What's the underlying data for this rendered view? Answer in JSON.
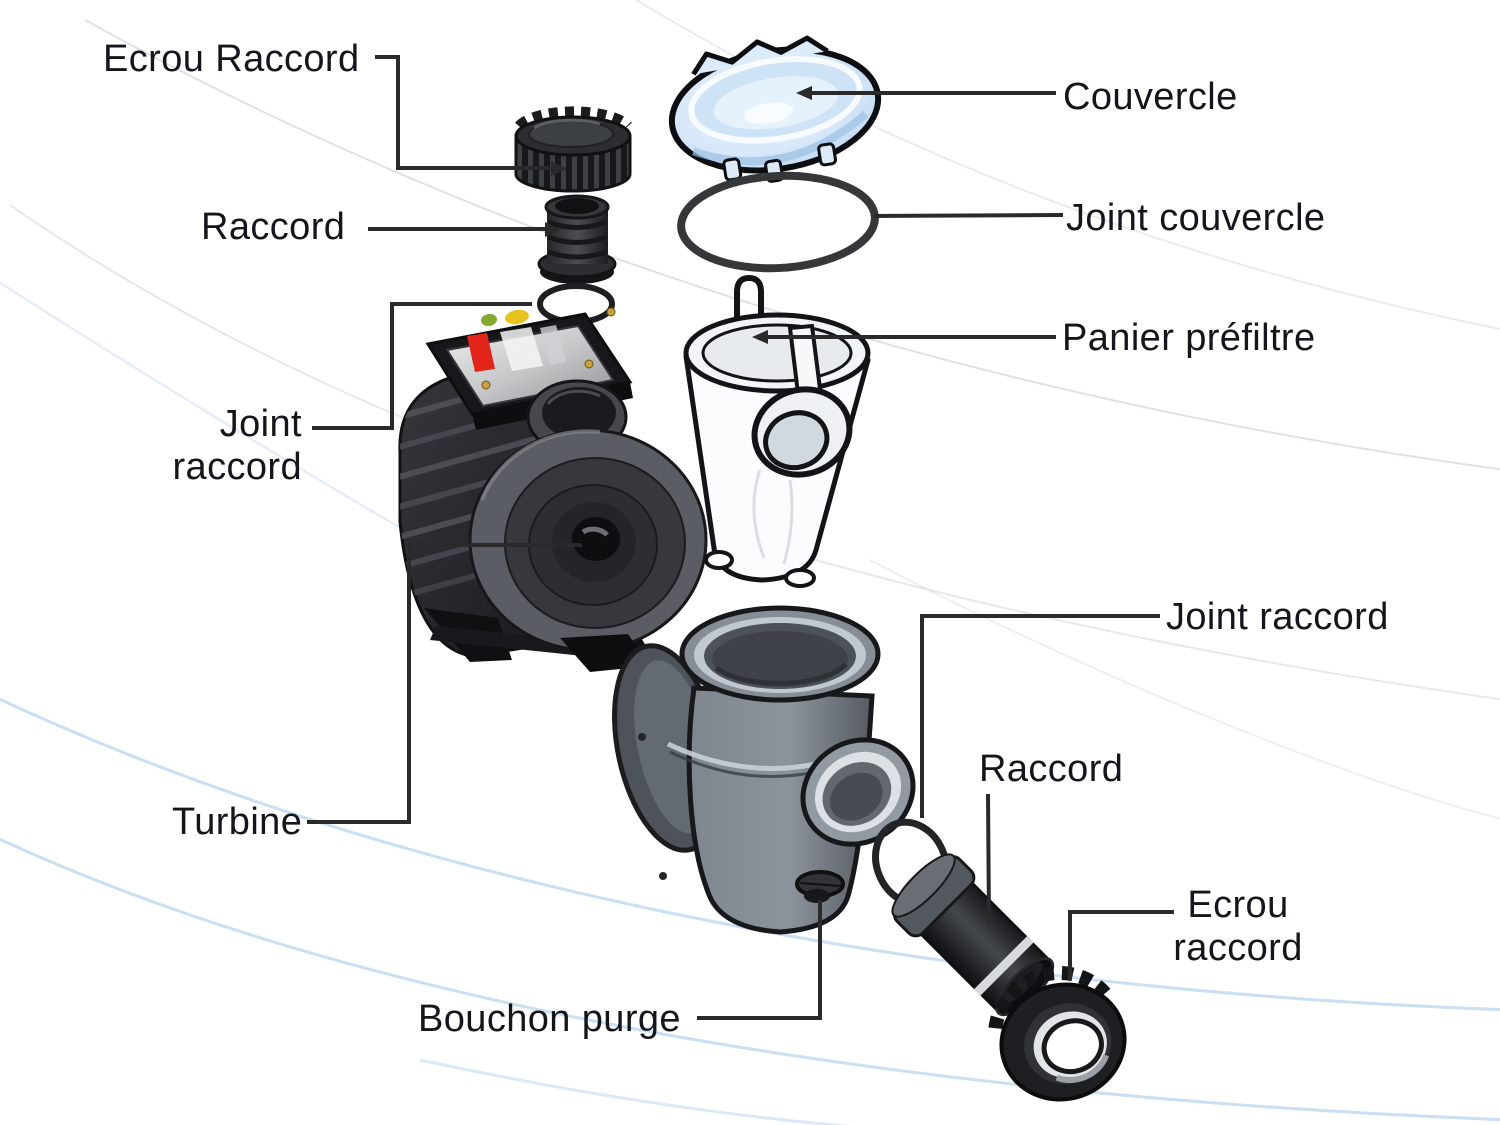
{
  "labels": {
    "ecrou_raccord_left": "Ecrou Raccord",
    "raccord_left": "Raccord",
    "joint_raccord_left": {
      "line1": "Joint",
      "line2": "raccord"
    },
    "turbine": "Turbine",
    "bouchon_purge": "Bouchon purge",
    "couvercle": "Couvercle",
    "joint_couvercle": "Joint couvercle",
    "panier_prefiltre": "Panier préfiltre",
    "joint_raccord_right": "Joint raccord",
    "raccord_right": "Raccord",
    "ecrou_raccord_right": {
      "line1": "Ecrou",
      "line2": "raccord"
    }
  },
  "parts": [
    "Ecrou Raccord",
    "Raccord",
    "Joint raccord",
    "Turbine",
    "Bouchon purge",
    "Couvercle",
    "Joint couvercle",
    "Panier préfiltre",
    "Joint raccord",
    "Raccord",
    "Ecrou raccord"
  ],
  "colors": {
    "label_text": "#14151d",
    "leader_line": "#2a2a2c",
    "lid_blue": "#cde1f6",
    "swoosh_blue": "#bfd9f2",
    "swoosh_gray": "#d3d8e0",
    "part_dark": "#1d1f22",
    "part_gray": "#878d94",
    "label_red": "#e1251a",
    "label_yellow": "#e8c31f",
    "label_green": "#86a82e"
  }
}
